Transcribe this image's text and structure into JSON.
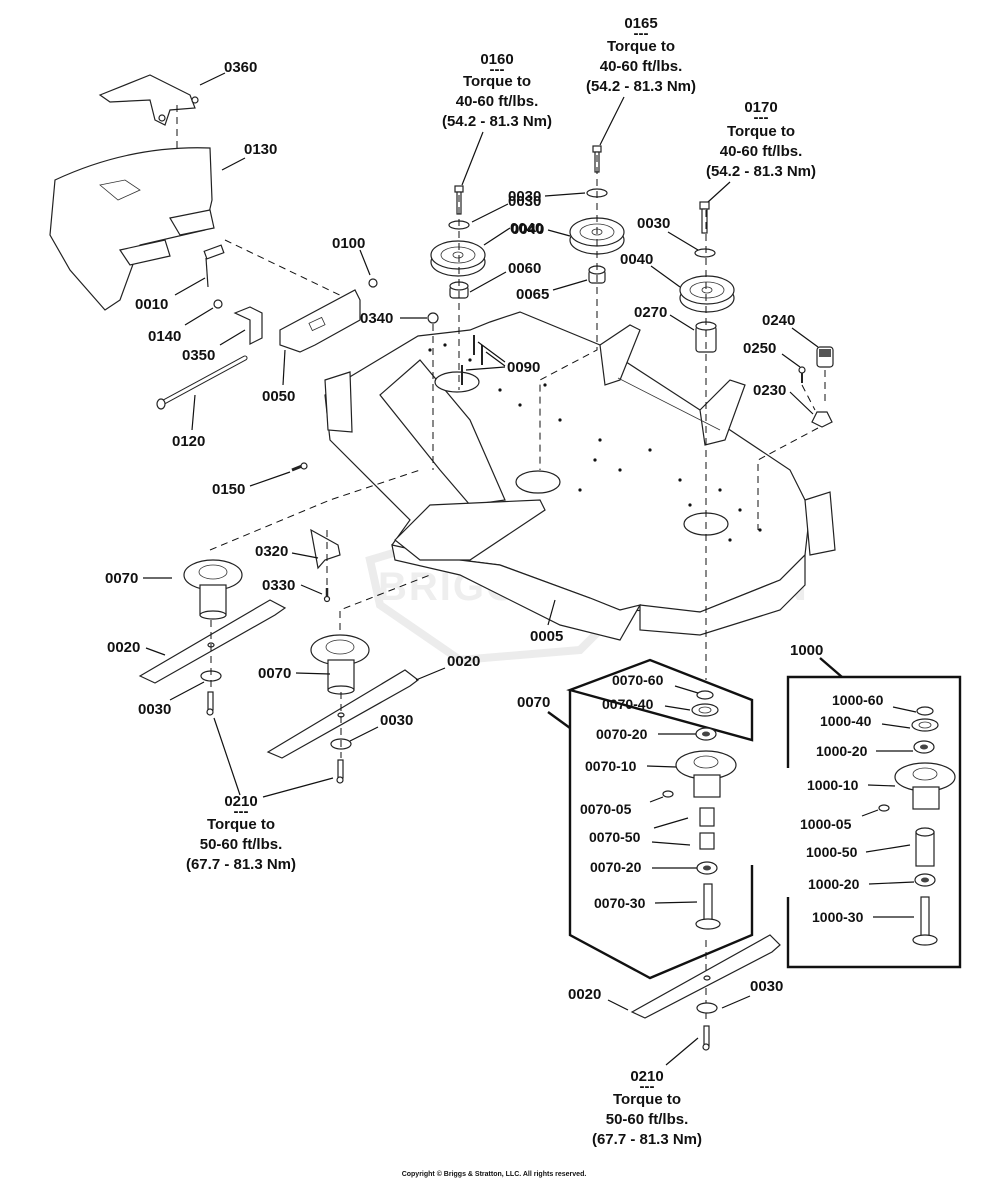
{
  "diagram": {
    "title": "Mower Deck Parts Diagram",
    "watermark": "BRIGGS&STRATTON",
    "copyright": "Copyright © Briggs & Stratton, LLC. All rights reserved.",
    "torque_notes": {
      "n0160": {
        "part": "0160",
        "sep": "---",
        "l1": "Torque to",
        "l2": "40-60 ft/lbs.",
        "l3": "(54.2 - 81.3 Nm)"
      },
      "n0165": {
        "part": "0165",
        "sep": "---",
        "l1": "Torque to",
        "l2": "40-60 ft/lbs.",
        "l3": "(54.2 - 81.3 Nm)"
      },
      "n0170": {
        "part": "0170",
        "sep": "---",
        "l1": "Torque to",
        "l2": "40-60 ft/lbs.",
        "l3": "(54.2 - 81.3 Nm)"
      },
      "n0210a": {
        "part": "0210",
        "sep": "---",
        "l1": "Torque to",
        "l2": "50-60 ft/lbs.",
        "l3": "(67.7 - 81.3 Nm)"
      },
      "n0210b": {
        "part": "0210",
        "sep": "---",
        "l1": "Torque to",
        "l2": "50-60 ft/lbs.",
        "l3": "(67.7 - 81.3 Nm)"
      }
    },
    "labels": {
      "p0360": "0360",
      "p0130": "0130",
      "p0010": "0010",
      "p0100": "0100",
      "p0140": "0140",
      "p0350": "0350",
      "p0050": "0050",
      "p0340": "0340",
      "p0120": "0120",
      "p0150": "0150",
      "p0030a": "0030",
      "p0040a": "0040",
      "p0060": "0060",
      "p0030b": "0030",
      "p0040b": "0040",
      "p0065": "0065",
      "p0030c": "0030",
      "p0040c": "0040",
      "p0090": "0090",
      "p0270": "0270",
      "p0240": "0240",
      "p0250": "0250",
      "p0230": "0230",
      "p0070a": "0070",
      "p0320": "0320",
      "p0330": "0330",
      "p0020a": "0020",
      "p0030d": "0030",
      "p0070b": "0070",
      "p0020b": "0020",
      "p0030e": "0030",
      "p0005": "0005",
      "p0020c": "0020",
      "p0030f": "0030"
    },
    "assembly_0070": {
      "label": "0070",
      "items": [
        "0070-60",
        "0070-40",
        "0070-20",
        "0070-10",
        "0070-05",
        "0070-50",
        "0070-20",
        "0070-30"
      ]
    },
    "assembly_1000": {
      "label": "1000",
      "items": [
        "1000-60",
        "1000-40",
        "1000-20",
        "1000-10",
        "1000-05",
        "1000-50",
        "1000-20",
        "1000-30"
      ]
    }
  }
}
